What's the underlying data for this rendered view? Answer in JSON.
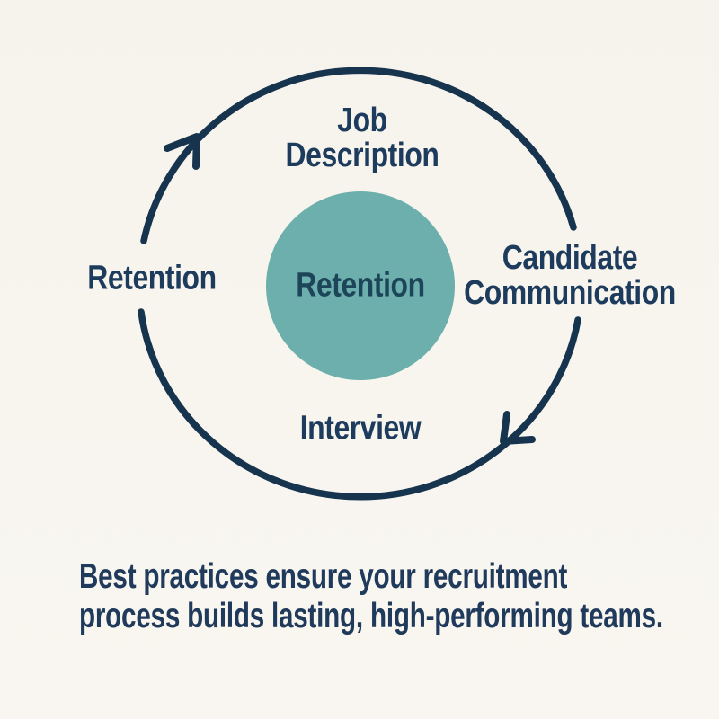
{
  "colors": {
    "background": "#f7f4ee",
    "ring": "#17344f",
    "teal": "#6dafac",
    "label_text": "#1d3b5c",
    "center_label_text": "#1d4559",
    "caption_text": "#203a5c"
  },
  "cycle": {
    "direction": "clockwise",
    "center_label": "Retention",
    "steps": [
      {
        "position": "top",
        "lines": [
          "Job",
          "Description"
        ]
      },
      {
        "position": "right",
        "lines": [
          "Candidate",
          "Communication"
        ]
      },
      {
        "position": "bottom",
        "lines": [
          "Interview"
        ]
      },
      {
        "position": "left",
        "lines": [
          "Retention"
        ]
      }
    ]
  },
  "caption": {
    "lines": [
      "Best practices ensure your recruitment",
      "process builds lasting, high-performing teams."
    ]
  }
}
